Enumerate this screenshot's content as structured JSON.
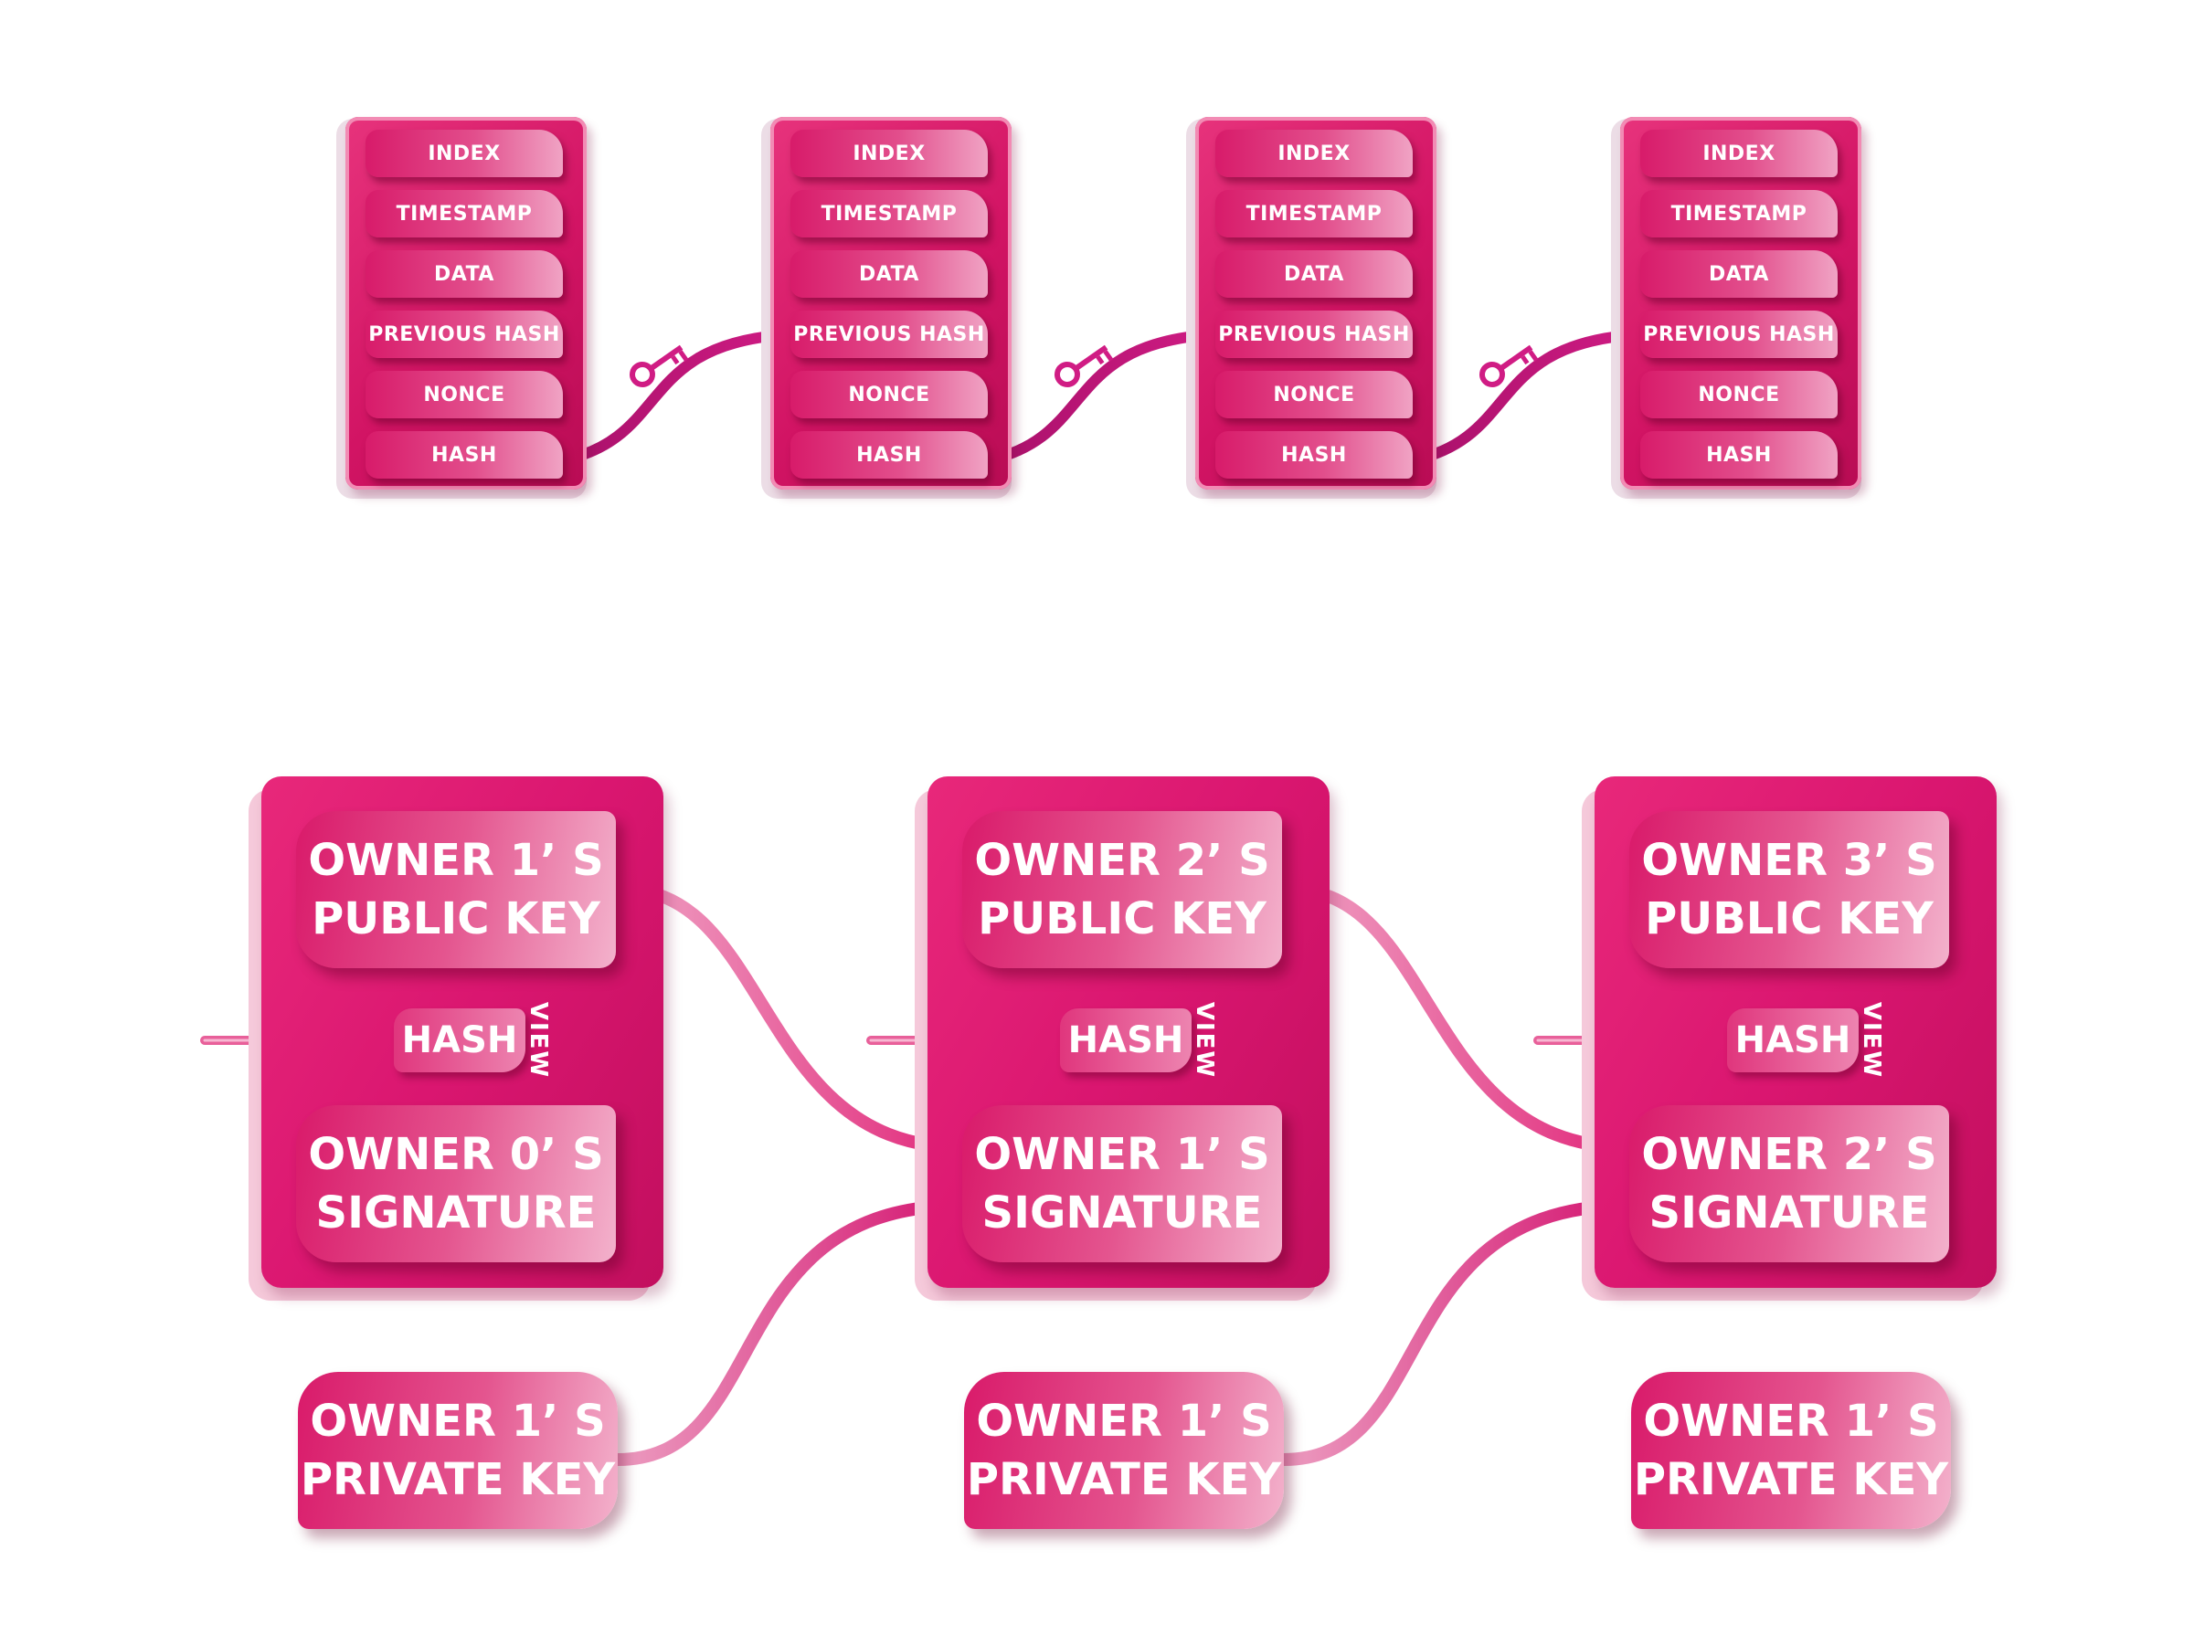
{
  "blockchain": {
    "blocks": [
      {
        "fields": [
          "INDEX",
          "TIMESTAMP",
          "DATA",
          "PREVIOUS HASH",
          "NONCE",
          "HASH"
        ]
      },
      {
        "fields": [
          "INDEX",
          "TIMESTAMP",
          "DATA",
          "PREVIOUS HASH",
          "NONCE",
          "HASH"
        ]
      },
      {
        "fields": [
          "INDEX",
          "TIMESTAMP",
          "DATA",
          "PREVIOUS HASH",
          "NONCE",
          "HASH"
        ]
      },
      {
        "fields": [
          "INDEX",
          "TIMESTAMP",
          "DATA",
          "PREVIOUS HASH",
          "NONCE",
          "HASH"
        ]
      }
    ],
    "link_icon": "key-icon"
  },
  "transactions": [
    {
      "public_key": [
        "OWNER 1’ S",
        "PUBLIC KEY"
      ],
      "hash": "HASH",
      "view": "VIEW",
      "signature": [
        "OWNER 0’ S",
        "SIGNATURE"
      ],
      "private_key": [
        "OWNER 1’ S",
        "PRIVATE KEY"
      ]
    },
    {
      "public_key": [
        "OWNER 2’ S",
        "PUBLIC KEY"
      ],
      "hash": "HASH",
      "view": "VIEW",
      "signature": [
        "OWNER 1’ S",
        "SIGNATURE"
      ],
      "private_key": [
        "OWNER 1’ S",
        "PRIVATE KEY"
      ]
    },
    {
      "public_key": [
        "OWNER 3’ S",
        "PUBLIC KEY"
      ],
      "hash": "HASH",
      "view": "VIEW",
      "signature": [
        "OWNER 2’ S",
        "SIGNATURE"
      ],
      "private_key": [
        "OWNER 1’ S",
        "PRIVATE KEY"
      ]
    }
  ],
  "colors": {
    "magenta": "#d81b6a",
    "light_pink": "#f0a3c4",
    "link_dark": "#a8106a",
    "link_light": "#e990b8"
  }
}
